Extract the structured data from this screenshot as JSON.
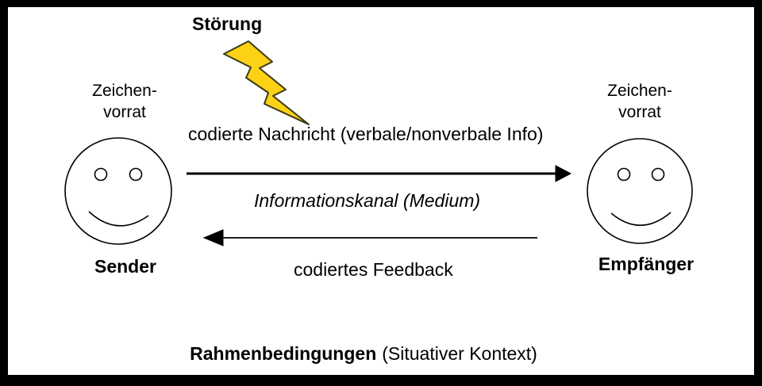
{
  "diagram": {
    "type": "communication-model",
    "disturbance_label": "Störung",
    "sender": {
      "charset_line1": "Zeichen-",
      "charset_line2": "vorrat",
      "label": "Sender"
    },
    "receiver": {
      "charset_line1": "Zeichen-",
      "charset_line2": "vorrat",
      "label": "Empfänger"
    },
    "forward_arrow": {
      "label": "codierte Nachricht (verbale/nonverbale Info)",
      "channel_label": "Informationskanal (Medium)",
      "direction": "sender-to-receiver"
    },
    "feedback_arrow": {
      "label": "codiertes Feedback",
      "direction": "receiver-to-sender"
    },
    "context": {
      "bold": "Rahmenbedingungen",
      "regular": "(Situativer Kontext)"
    }
  },
  "icons": {
    "lightning_bolt": "lightning-bolt-icon",
    "sender_face": "smiley-face-icon",
    "receiver_face": "smiley-face-icon"
  },
  "colors": {
    "bolt_fill": "#FCD116",
    "bolt_stroke": "#3A3A1A",
    "ink": "#000000",
    "canvas": "#FFFFFF",
    "frame": "#000000"
  }
}
